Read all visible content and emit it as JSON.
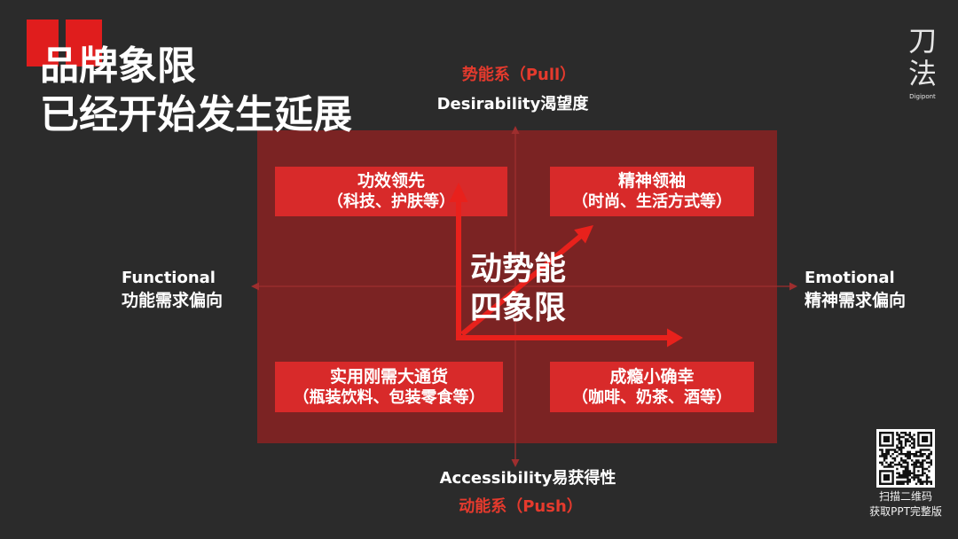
{
  "colors": {
    "background": "#2b2b2b",
    "panel": "#7b2323",
    "quadrant_box": "#d82a2a",
    "system_label": "#e53a2d",
    "momentum_arrow": "#e8211c",
    "decoration": "#e01d1d",
    "axis_line": "#9e2e2e",
    "text": "#ffffff",
    "logo": "#e6e6e6"
  },
  "icons": {
    "title_decoration": "quote-mark-icon",
    "qr_code": "qr-code-icon"
  },
  "header": {
    "title_lines": [
      "品牌象限",
      "已经开始发生延展"
    ]
  },
  "logo": {
    "chars": [
      "刀",
      "法"
    ],
    "wordmark": "Digipont"
  },
  "diagram": {
    "top": {
      "system": "势能系（Pull）",
      "axis": "Desirability渴望度"
    },
    "bottom": {
      "axis": "Accessibility易获得性",
      "system": "动能系（Push）"
    },
    "left": {
      "axis": "Functional",
      "description": "功能需求偏向"
    },
    "right": {
      "axis": "Emotional",
      "description": "精神需求偏向"
    },
    "center_lines": [
      "动势能",
      "四象限"
    ],
    "quadrants": {
      "top_left": {
        "title": "功效领先",
        "examples": "（科技、护肤等）"
      },
      "top_right": {
        "title": "精神领袖",
        "examples": "（时尚、生活方式等）"
      },
      "bottom_left": {
        "title": "实用刚需大通货",
        "examples": "（瓶装饮料、包装零食等）"
      },
      "bottom_right": {
        "title": "成瘾小确幸",
        "examples": "（咖啡、奶茶、酒等）"
      }
    }
  },
  "qr": {
    "caption_lines": [
      "扫描二维码",
      "获取PPT完整版"
    ]
  }
}
